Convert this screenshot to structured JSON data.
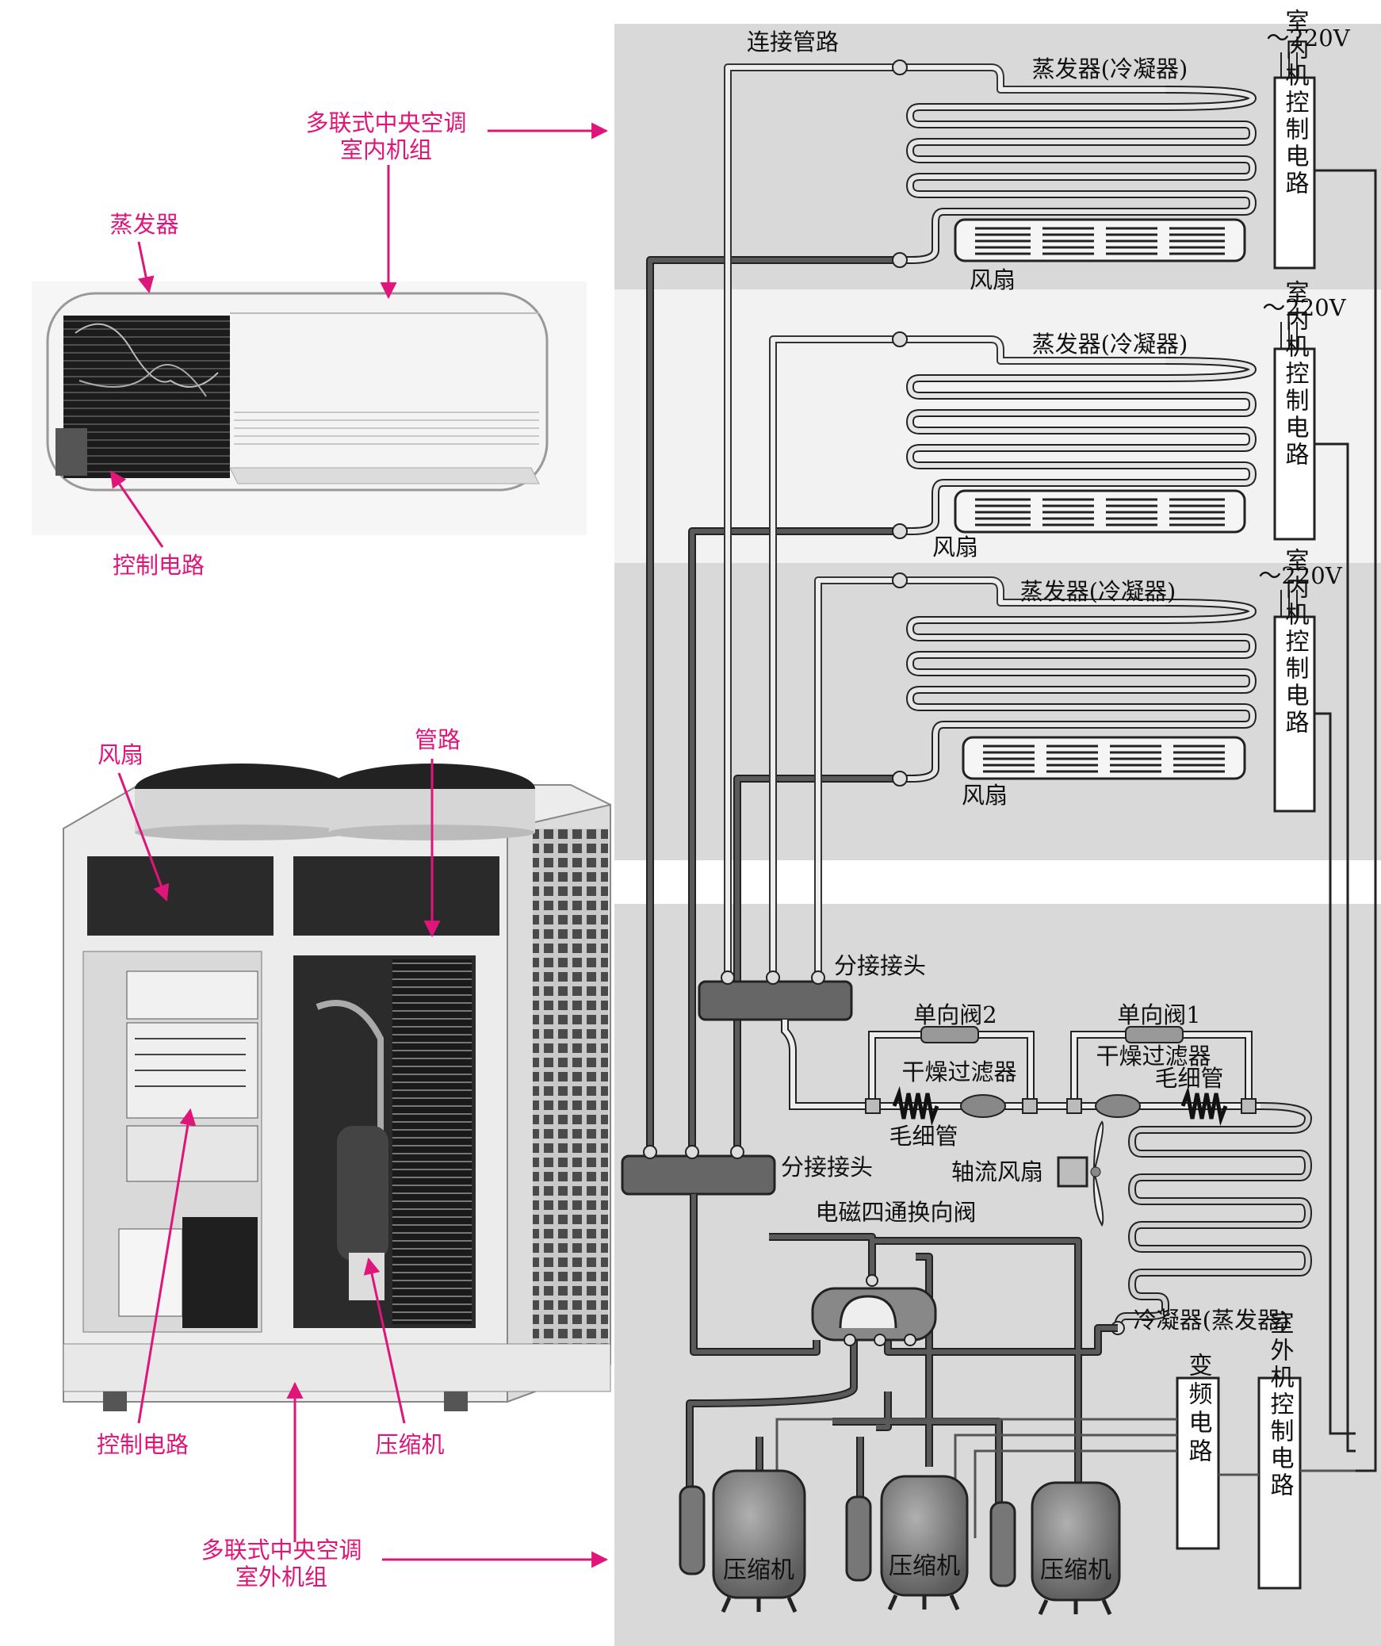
{
  "colors": {
    "accent_magenta": "#e0157a",
    "panel_gray": "#d9d9d9",
    "panel_light": "#f2f2f2",
    "pipe_dark": "#555555",
    "pipe_outline": "#222222",
    "pipe_light": "#e6e6e6"
  },
  "left_labels": {
    "indoor_unit": [
      "多联式中央空调",
      "室内机组"
    ],
    "evaporator": "蒸发器",
    "indoor_control": "控制电路",
    "fan": "风扇",
    "piping": "管路",
    "outdoor_control": "控制电路",
    "compressor": "压缩机",
    "outdoor_unit": [
      "多联式中央空调",
      "室外机组"
    ]
  },
  "indoor_units": [
    {
      "connecting_pipe": "连接管路",
      "power": "～220V",
      "evaporator": "蒸发器(冷凝器)",
      "fan": "风扇",
      "control": "室内机控制电路"
    },
    {
      "power": "～220V",
      "evaporator": "蒸发器(冷凝器)",
      "fan": "风扇",
      "control": "室内机控制电路"
    },
    {
      "power": "～220V",
      "evaporator": "蒸发器(冷凝器)",
      "fan": "风扇",
      "control": "室内机控制电路"
    }
  ],
  "outdoor": {
    "branch_joint_upper": "分接接头",
    "branch_joint_lower": "分接接头",
    "check_valve_2": "单向阀2",
    "check_valve_1": "单向阀1",
    "dryer_filter_2": "干燥过滤器",
    "dryer_filter_1": "干燥过滤器",
    "capillary_2": "毛细管",
    "capillary_1": "毛细管",
    "axial_fan": "轴流风扇",
    "four_way_valve": "电磁四通换向阀",
    "condenser": "冷凝器(蒸发器)",
    "inverter": "变频电路",
    "outdoor_control": "室外机控制电路",
    "compressors": [
      "压缩机",
      "压缩机",
      "压缩机"
    ]
  }
}
